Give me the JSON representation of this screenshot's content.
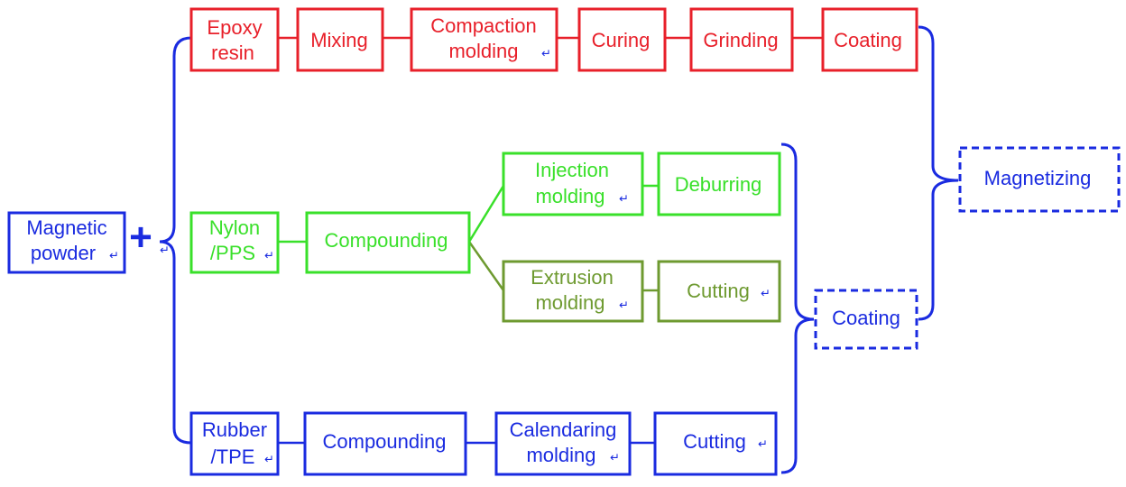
{
  "colors": {
    "red": "#e8202a",
    "green": "#39e02a",
    "olive": "#6e9a30",
    "blue": "#1a2be0"
  },
  "plus_sign": "+",
  "return_mark": "↵",
  "start": {
    "label_1": "Magnetic",
    "label_2": "powder"
  },
  "epoxy_route": {
    "epoxy_1": "Epoxy",
    "epoxy_2": "resin",
    "mixing": "Mixing",
    "compaction_1": "Compaction",
    "compaction_2": "molding",
    "curing": "Curing",
    "grinding": "Grinding",
    "coating": "Coating"
  },
  "nylon_route": {
    "nylon_1": "Nylon",
    "nylon_2": "/PPS",
    "compounding": "Compounding",
    "injection_1": "Injection",
    "injection_2": "molding",
    "deburring": "Deburring",
    "extrusion_1": "Extrusion",
    "extrusion_2": "molding",
    "cutting": "Cutting"
  },
  "rubber_route": {
    "rubber_1": "Rubber",
    "rubber_2": "/TPE",
    "compounding": "Compounding",
    "calendaring_1": "Calendaring",
    "calendaring_2": "molding",
    "cutting": "Cutting"
  },
  "final": {
    "coating": "Coating",
    "magnetizing": "Magnetizing"
  }
}
